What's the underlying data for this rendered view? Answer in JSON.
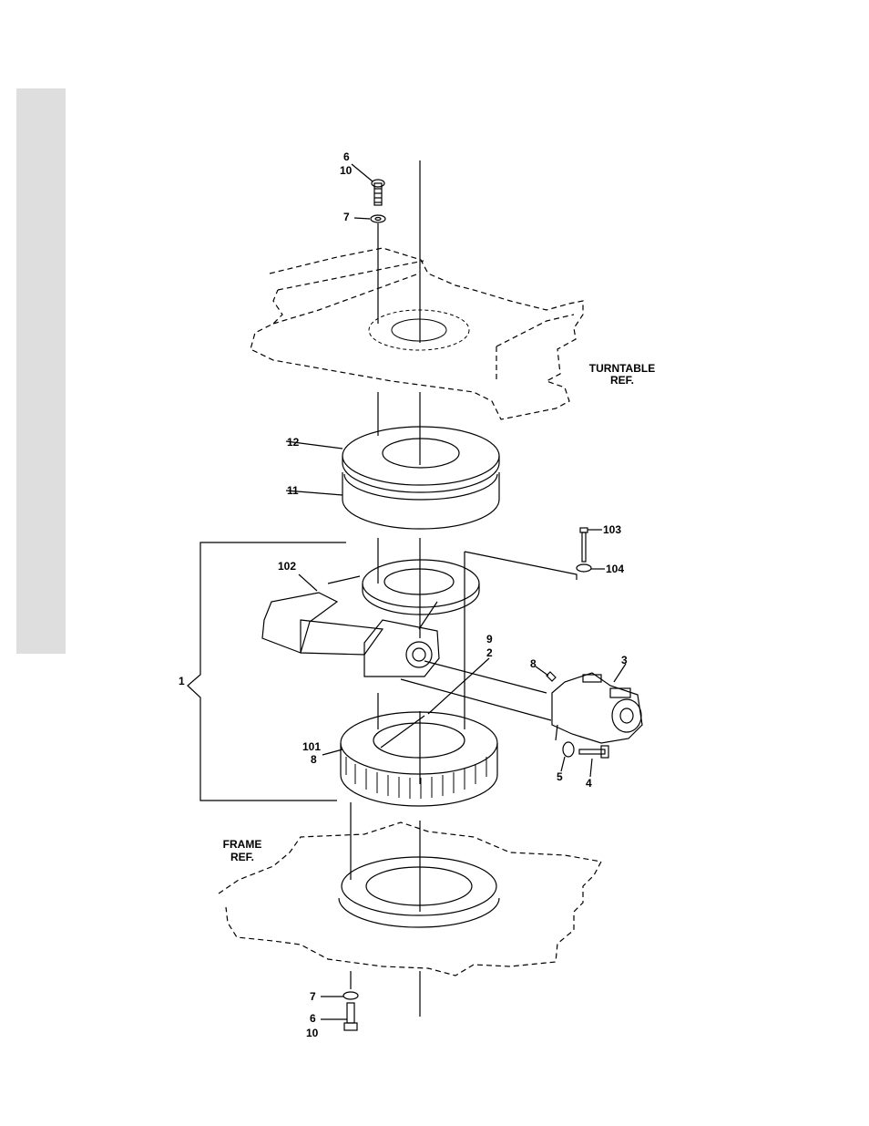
{
  "colors": {
    "sidebar": "#dedede",
    "ink": "#000000"
  },
  "labels": {
    "top_bolt_6": "6",
    "top_bolt_10": "10",
    "top_washer_7": "7",
    "turntable_ref_line1": "TURNTABLE",
    "turntable_ref_line2": "REF.",
    "bearing_12": "12",
    "bearing_11": "11",
    "bolt_103": "103",
    "washer_104": "104",
    "housing_102": "102",
    "seal_9": "9",
    "shaft_2": "2",
    "key_8": "8",
    "motor_3": "3",
    "assembly_1": "1",
    "gear_101": "101",
    "gear_8": "8",
    "washer_5": "5",
    "bolt_4": "4",
    "frame_ref_line1": "FRAME",
    "frame_ref_line2": "REF.",
    "bottom_washer_7": "7",
    "bottom_bolt_6": "6",
    "bottom_bolt_10": "10"
  }
}
